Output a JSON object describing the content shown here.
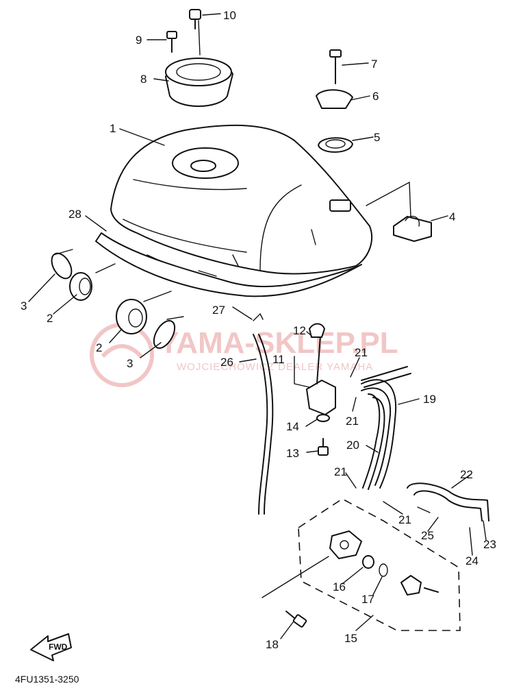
{
  "watermark": {
    "brand": "YAMA-SKLEP.PL",
    "subtitle": "WOJCIECHOWICZ DEALER YAMAHA"
  },
  "diagram_code": "4FU1351-3250",
  "fwd_label": "FWD",
  "colors": {
    "ink": "#111111",
    "watermark": "#f2c6c6"
  },
  "callouts": {
    "c1": "1",
    "c2a": "2",
    "c2b": "2",
    "c3a": "3",
    "c3b": "3",
    "c4": "4",
    "c5": "5",
    "c6": "6",
    "c7": "7",
    "c8": "8",
    "c9": "9",
    "c10": "10",
    "c11": "11",
    "c12": "12",
    "c13": "13",
    "c14": "14",
    "c15": "15",
    "c16": "16",
    "c17": "17",
    "c18": "18",
    "c19": "19",
    "c20": "20",
    "c21a": "21",
    "c21b": "21",
    "c21c": "21",
    "c21d": "21",
    "c22": "22",
    "c23": "23",
    "c24": "24",
    "c25": "25",
    "c26": "26",
    "c27": "27",
    "c28": "28"
  }
}
